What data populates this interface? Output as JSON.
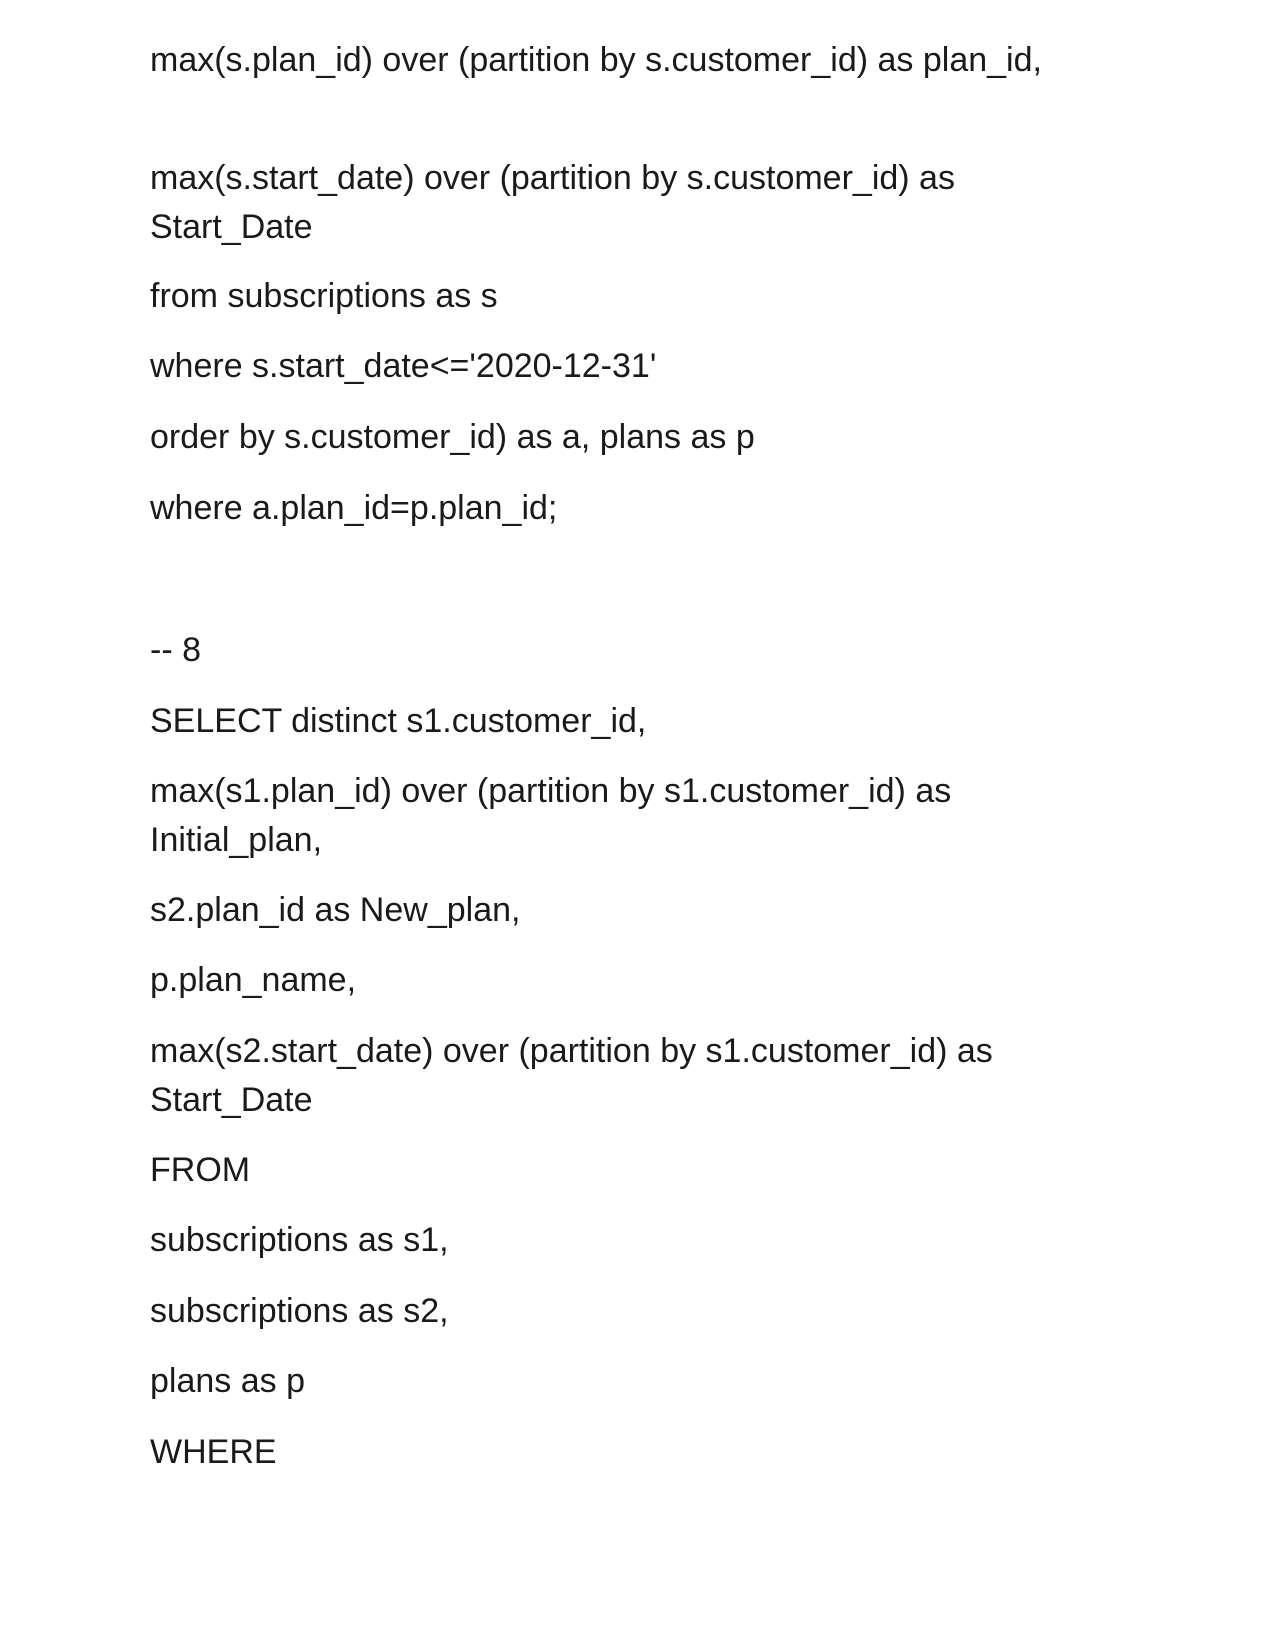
{
  "document": {
    "lines": [
      "max(s.plan_id) over (partition by s.customer_id) as plan_id,",
      "max(s.start_date) over (partition by s.customer_id) as Start_Date",
      "from subscriptions as s",
      "where s.start_date<='2020-12-31'",
      "order by s.customer_id) as a, plans as p",
      "where a.plan_id=p.plan_id;",
      "-- 8",
      "SELECT distinct s1.customer_id,",
      "max(s1.plan_id) over (partition by s1.customer_id) as Initial_plan,",
      "s2.plan_id as New_plan,",
      "p.plan_name,",
      "max(s2.start_date) over (partition by s1.customer_id) as Start_Date",
      "FROM",
      "subscriptions as s1,",
      "subscriptions as s2,",
      "plans as p",
      "WHERE"
    ]
  }
}
